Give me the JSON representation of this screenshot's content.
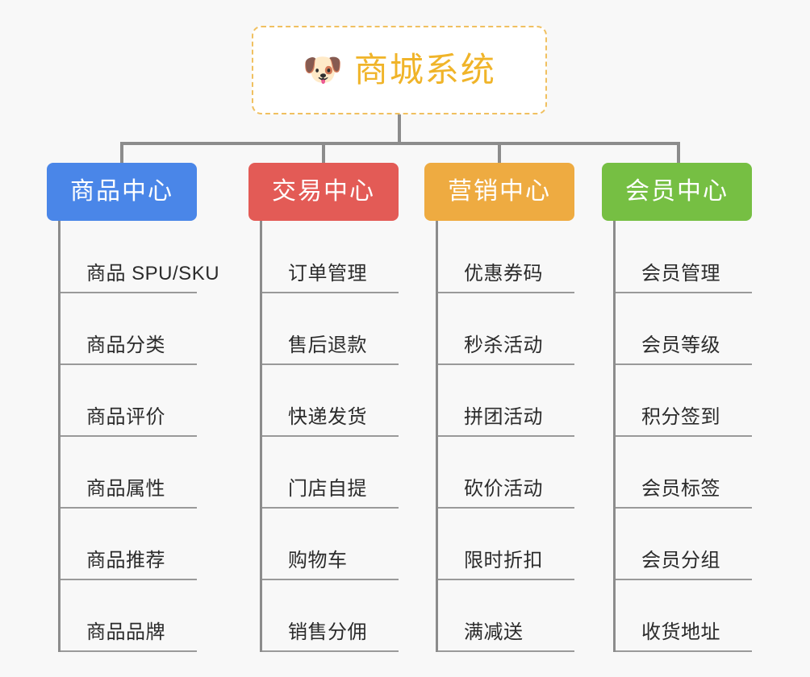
{
  "background_color": "#f8f8f8",
  "root": {
    "icon": "shiba-dog-emoji",
    "emoji": "🐶",
    "title": "商城系统",
    "title_color": "#f0b429",
    "border_color": "#f0c060",
    "border_style": "dashed"
  },
  "connector_color": "#8c8c8c",
  "categories": [
    {
      "label": "商品中心",
      "color": "#4a86e8",
      "items": [
        {
          "label": "商品 SPU/SKU"
        },
        {
          "label": "商品分类"
        },
        {
          "label": "商品评价"
        },
        {
          "label": "商品属性"
        },
        {
          "label": "商品推荐"
        },
        {
          "label": "商品品牌"
        }
      ]
    },
    {
      "label": "交易中心",
      "color": "#e35b56",
      "items": [
        {
          "label": "订单管理"
        },
        {
          "label": "售后退款"
        },
        {
          "label": "快递发货"
        },
        {
          "label": "门店自提"
        },
        {
          "label": "购物车"
        },
        {
          "label": "销售分佣"
        }
      ]
    },
    {
      "label": "营销中心",
      "color": "#eeab41",
      "items": [
        {
          "label": "优惠券码"
        },
        {
          "label": "秒杀活动"
        },
        {
          "label": "拼团活动"
        },
        {
          "label": "砍价活动"
        },
        {
          "label": "限时折扣"
        },
        {
          "label": "满减送"
        }
      ]
    },
    {
      "label": "会员中心",
      "color": "#76bf43",
      "items": [
        {
          "label": "会员管理"
        },
        {
          "label": "会员等级"
        },
        {
          "label": "积分签到"
        },
        {
          "label": "会员标签"
        },
        {
          "label": "会员分组"
        },
        {
          "label": "收货地址"
        }
      ]
    }
  ]
}
